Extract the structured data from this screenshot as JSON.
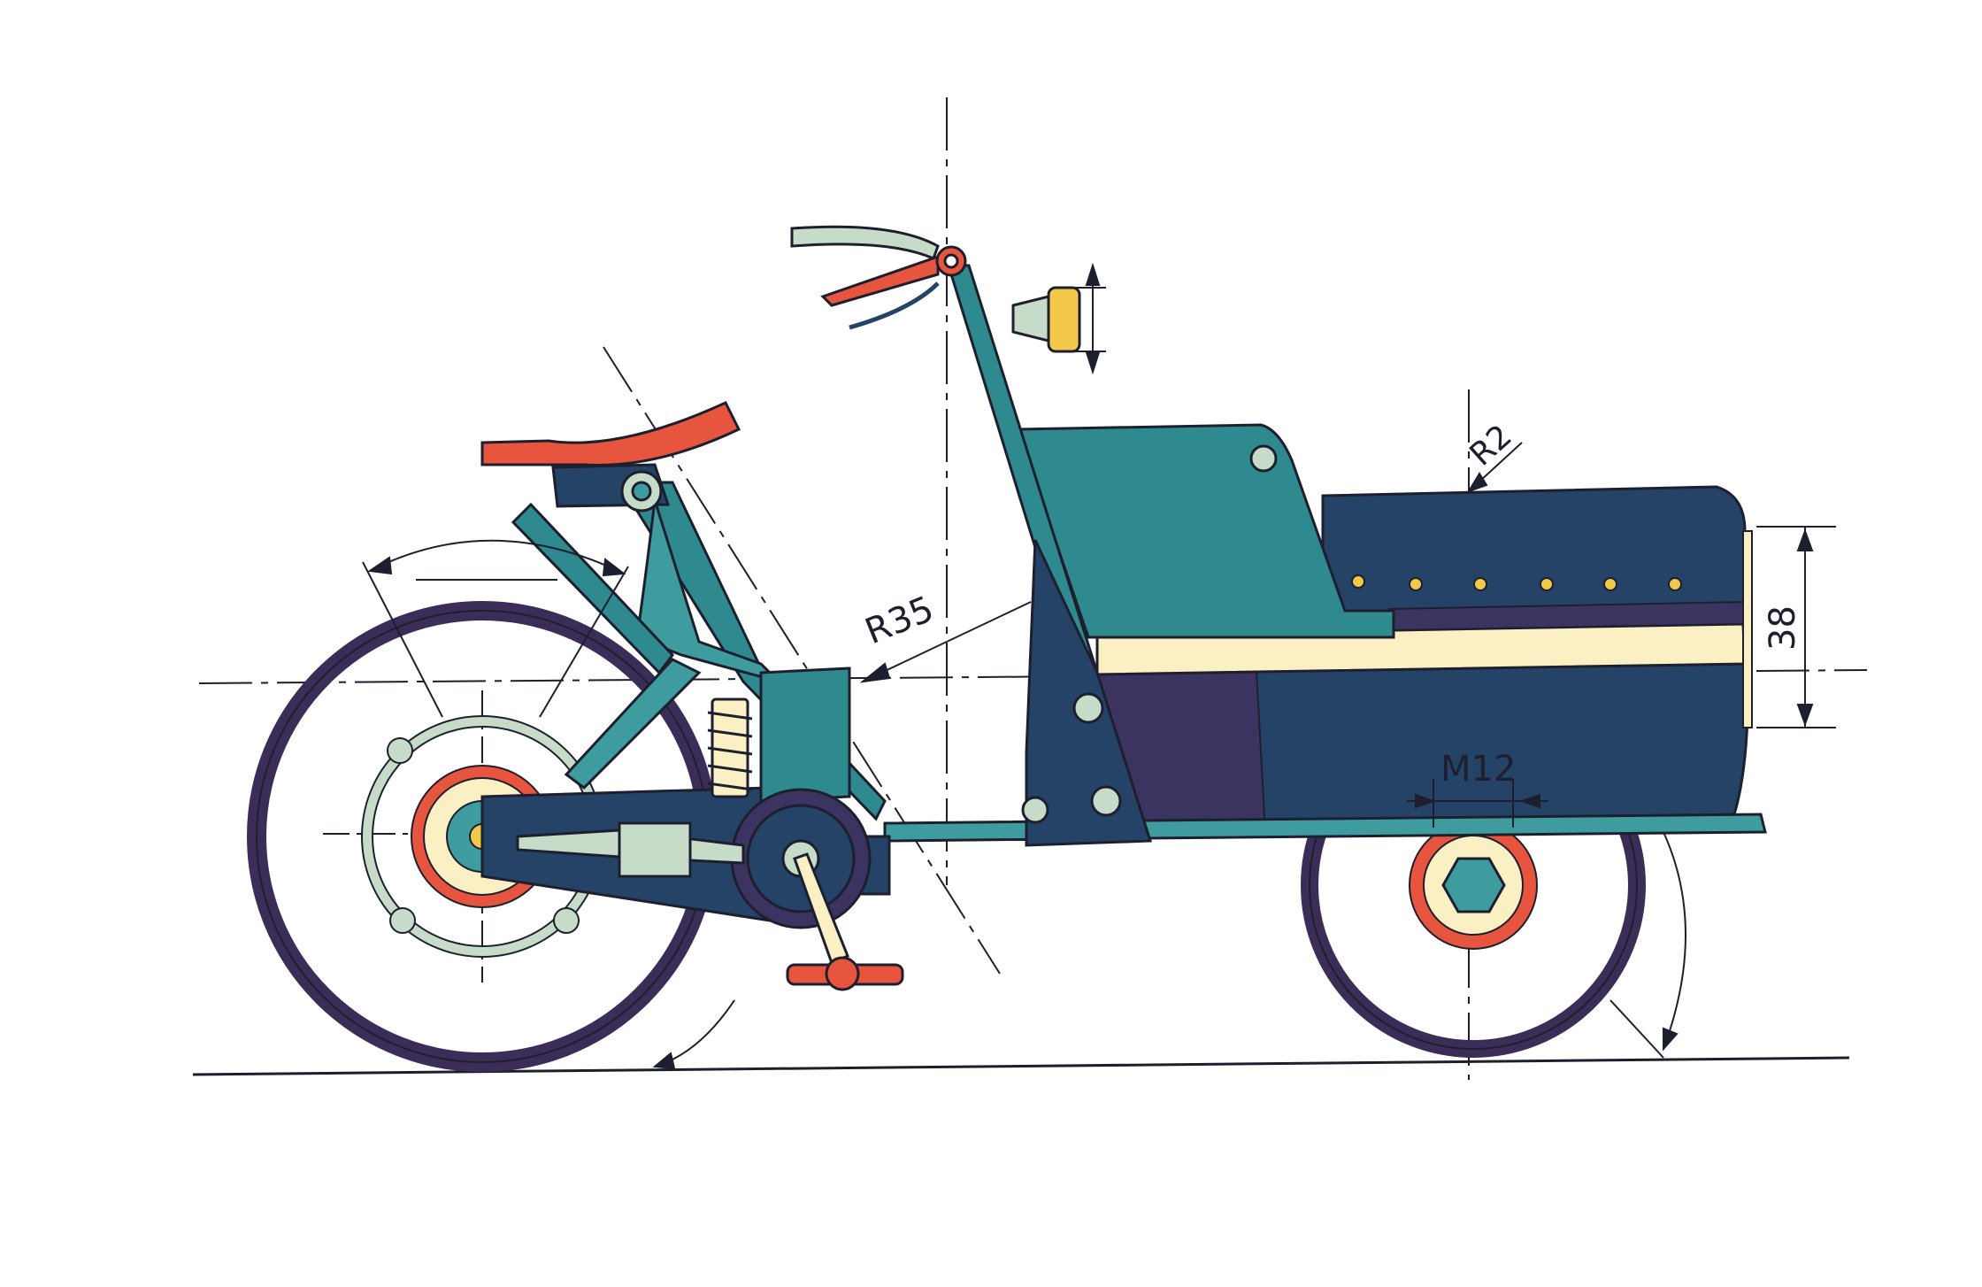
{
  "colors": {
    "background": "#ffffff",
    "ink": "#1d1f2e",
    "teal": "#2f8a8f",
    "teal_light": "#3f9c9e",
    "navy": "#254366",
    "plum": "#3b3460",
    "tire": "#3a2d57",
    "red": "#e8553f",
    "cream": "#fbefc4",
    "mint": "#c6dcc8",
    "yellow": "#f2c84b"
  },
  "icons": {
    "seat": "seat-icon",
    "handlebar": "handlebar-icon",
    "lamp": "headlamp-icon",
    "spring": "coil-spring-icon",
    "pedal": "pedal-icon",
    "rear_wheel": "rear-wheel-icon",
    "front_wheel": "front-wheel-icon",
    "cargo_box": "cargo-box-icon",
    "hex_nut": "hex-nut-icon"
  },
  "dimensions": {
    "r35": "R35",
    "r2": "R2",
    "m12": "M12",
    "h38": "38"
  }
}
